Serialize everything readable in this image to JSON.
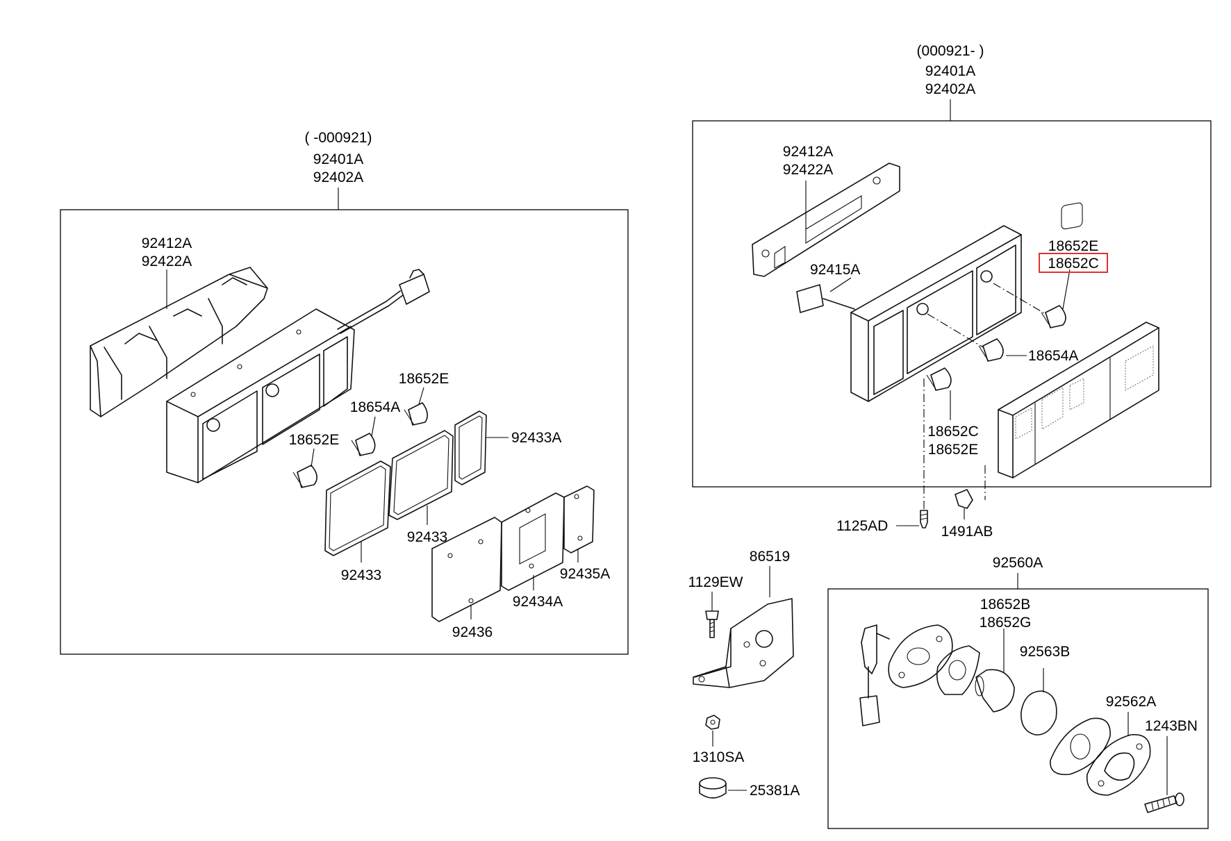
{
  "left_assembly": {
    "date_range": "( -000921)",
    "part_upper": "92401A",
    "part_lower": "92402A",
    "labels": {
      "housing_a": "92412A",
      "housing_b": "92422A",
      "bulb_top": "18652E",
      "bulb_mid": "18654A",
      "bulb_low": "18652E",
      "gasket_right": "92433A",
      "gasket_mid": "92433",
      "gasket_left": "92433",
      "lens_right": "92435A",
      "lens_mid": "92434A",
      "lens_left": "92436"
    }
  },
  "right_assembly": {
    "date_range": "(000921- )",
    "part_upper": "92401A",
    "part_lower": "92402A",
    "labels": {
      "gasket_a": "92412A",
      "gasket_b": "92422A",
      "bulb_e": "18652E",
      "bulb_c_highlight": "18652C",
      "connector": "92415A",
      "bulb_mid": "18654A",
      "bulb_low_c": "18652C",
      "bulb_low_e": "18652E",
      "screw": "1125AD",
      "clip": "1491AB"
    }
  },
  "bracket": {
    "bracket": "86519",
    "bolt": "1129EW",
    "nut": "1310SA",
    "bushing": "25381A"
  },
  "license_lamp": {
    "assembly": "92560A",
    "bulb_a": "18652B",
    "bulb_b": "18652G",
    "lens": "92563B",
    "gasket": "92562A",
    "screw": "1243BN"
  },
  "colors": {
    "line": "#111111",
    "highlight": "#e0312b",
    "background": "#ffffff"
  }
}
